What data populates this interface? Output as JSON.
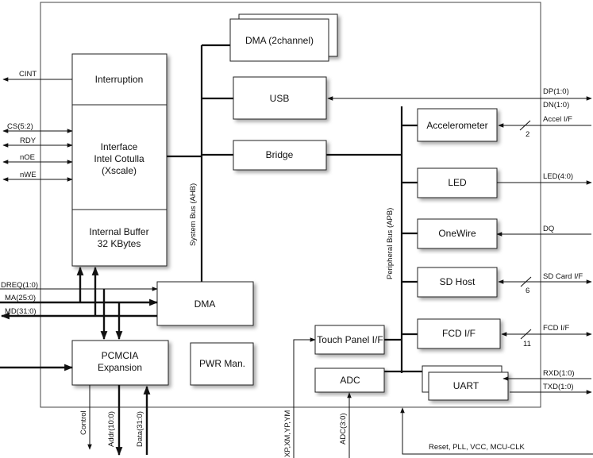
{
  "blocks": {
    "interruption": "Interruption",
    "interface": [
      "Interface",
      "Intel Cotulla",
      "(Xscale)"
    ],
    "buffer": [
      "Internal Buffer",
      "32 KBytes"
    ],
    "dma2": "DMA (2channel)",
    "usb": "USB",
    "bridge": "Bridge",
    "dma": "DMA",
    "pcmcia": [
      "PCMCIA",
      "Expansion"
    ],
    "pwr": "PWR Man.",
    "touch": "Touch Panel I/F",
    "adc": "ADC",
    "accel": "Accelerometer",
    "led": "LED",
    "onewire": "OneWire",
    "sdhost": "SD Host",
    "fcd": "FCD I/F",
    "uart": "UART"
  },
  "buses": {
    "system": "System Bus (AHB)",
    "peripheral": "Peripheral Bus (APB)"
  },
  "left_signals": {
    "cint": "CINT",
    "cs": "CS(5:2)",
    "rdy": "RDY",
    "noe": "nOE",
    "nwe": "nWE",
    "dreq": "DREQ(1:0)",
    "ma": "MA(25:0)",
    "md": "MD(31:0)"
  },
  "right_signals": {
    "dp": "DP(1:0)",
    "dn": "DN(1:0)",
    "accel_if": "Accel I/F",
    "accel_width": "2",
    "led": "LED(4:0)",
    "dq": "DQ",
    "sdcard": "SD Card I/F",
    "sd_width": "6",
    "fcd_if": "FCD I/F",
    "fcd_width": "11",
    "rxd": "RXD(1:0)",
    "txd": "TXD(1:0)"
  },
  "bottom_signals": {
    "control": "Control",
    "addr": "Addr(10:0)",
    "data": "Data(31:0)",
    "xp": "XP,XM,YP,YM",
    "adc": "ADC(3:0)",
    "reset": "Reset, PLL, VCC, MCU-CLK"
  }
}
